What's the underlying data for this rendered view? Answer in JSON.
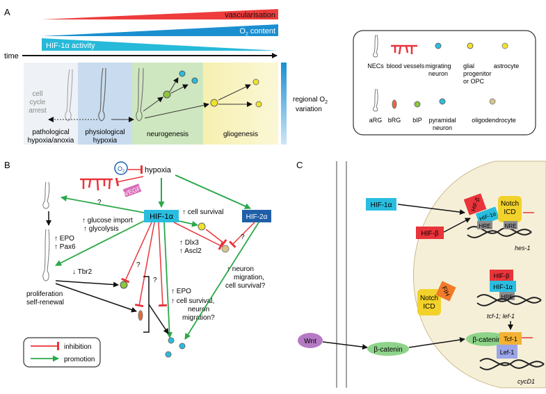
{
  "panels": {
    "a": "A",
    "b": "B",
    "c": "C"
  },
  "panel_a": {
    "bars": {
      "vascularisation": "vascularisation",
      "o2_content": "O",
      "o2_sub": "2",
      "o2_suffix": " content",
      "hif_activity": "HIF-1α activity"
    },
    "time": "time",
    "stage_labels": {
      "arrest_1": "cell",
      "arrest_2": "cycle",
      "arrest_3": "arrest",
      "patho_1": "pathological",
      "patho_2": "hypoxia/anoxia",
      "physio_1": "physiological",
      "physio_2": "hypoxia",
      "neurogenesis": "neurogenesis",
      "gliogenesis": "gliogenesis"
    },
    "regional_1": "regional O",
    "regional_sub": "2",
    "regional_2": "variation",
    "colors": {
      "vascular": "#ee3b3b",
      "o2": "#1a8fd0",
      "hif": "#27b9d9",
      "patho": "#eef1f5",
      "physio": "#c9dcef",
      "neuro": "#cfe7c0",
      "glio": "#f6f0b0"
    }
  },
  "legend_a": {
    "row1": [
      "NECs",
      "blood vessels",
      "migrating",
      "neuron",
      "glial",
      "progenitor",
      "or OPC",
      "astrocyte"
    ],
    "row2": [
      "aRG",
      "bRG",
      "bIP",
      "pyramidal",
      "neuron",
      "oligodendrocyte"
    ]
  },
  "panel_b": {
    "o2": "O",
    "o2_sub": "2",
    "hypoxia": "hypoxia",
    "vegf": "VEGF",
    "hif1a": "HIF-1α",
    "hif2a": "HIF-2α",
    "q": "?",
    "cell_survival": "↑ cell survival",
    "glucose": "↑ glucose import",
    "glycolysis": "↑ glycolysis",
    "epo": "↑ EPO",
    "pax6": "↑ Pax6",
    "dlx3": "↑ Dlx3",
    "ascl2": "↑ Ascl2",
    "tbr2": "↓ Tbr2",
    "epo2": "↑ EPO",
    "survival2_1": "↑ cell survival,",
    "survival2_2": "neuron",
    "survival2_3": "migration?",
    "migr_1": "↑ neuron",
    "migr_2": "migration,",
    "migr_3": "cell survival?",
    "prolif_1": "proliferation",
    "prolif_2": "self-renewal",
    "legend_inhibition": "inhibition",
    "legend_promotion": "promotion",
    "colors": {
      "inhibition": "#e8343a",
      "promotion": "#2aa84a",
      "hif1a": "#29bde0",
      "hif2a": "#1f5fa8",
      "vegf": "#d86bb8"
    }
  },
  "panel_c": {
    "hif1a": "HIF-1α",
    "hifb": "HIF-β",
    "notch_1": "Notch",
    "notch_2": "ICD",
    "hre": "HRE",
    "nre": "NRE",
    "hes1": "hes-1",
    "fih": "FIH",
    "tcf_lef": "tcf-1; lef-1",
    "wnt": "Wnt",
    "bcatenin": "β-catenin",
    "tcf1": "Tcf-1",
    "lef1": "Lef-1",
    "cycd1": "cycD1",
    "colors": {
      "nucleus": "#f6efd8",
      "hif1a": "#29bde0",
      "hifb": "#e8343a",
      "notch": "#f2d22a",
      "hre": "#8c8c8c",
      "fih": "#f07b2a",
      "wnt": "#b67ac4",
      "bcatenin": "#8ed38a",
      "tcf": "#f3b233",
      "lef": "#9ba6e8",
      "dna_accent": "#e83d72"
    }
  }
}
